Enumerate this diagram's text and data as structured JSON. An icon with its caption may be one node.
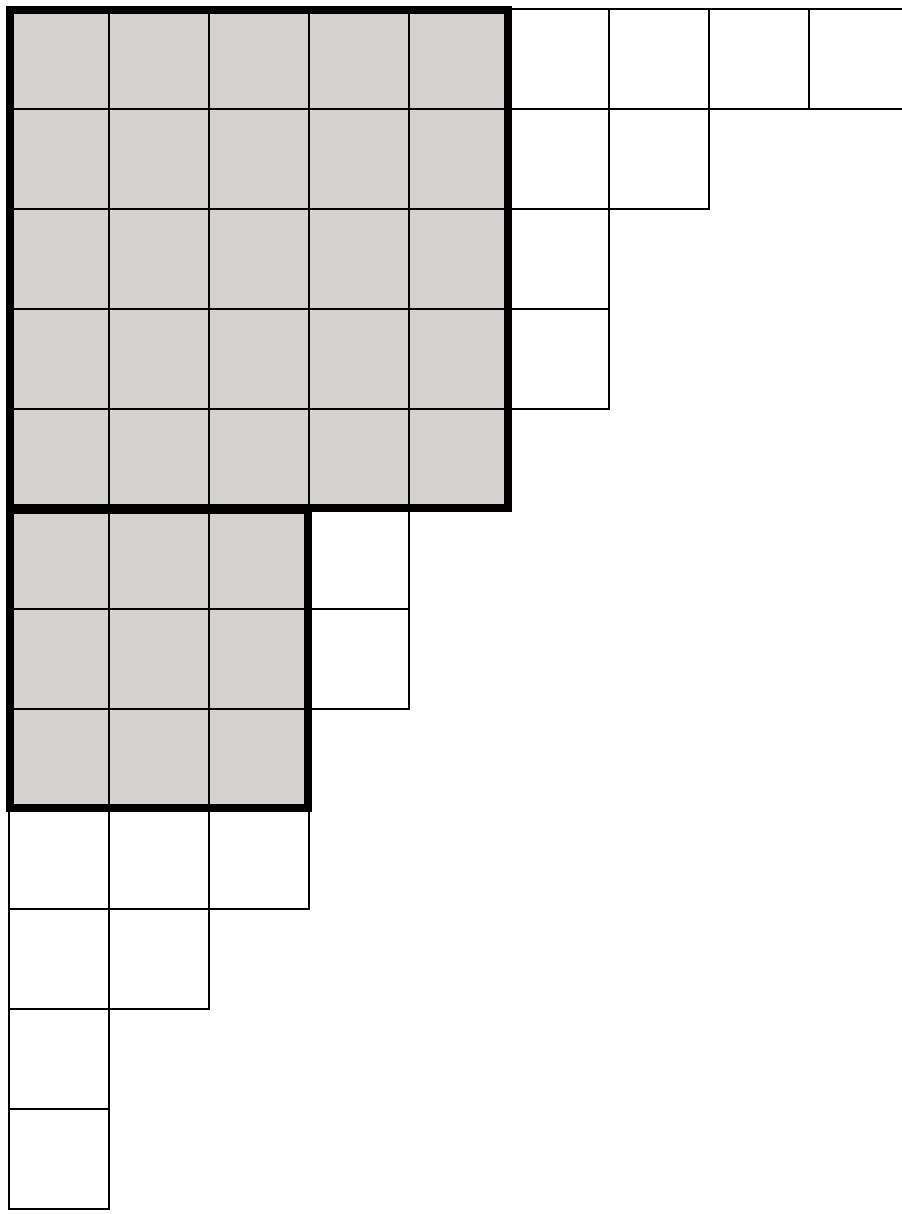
{
  "diagram": {
    "nodes": [
      {
        "text": [],
        "shape": "box"
      },
      {
        "text": [],
        "shape": "box"
      },
      {
        "text": [],
        "shape": "box",
        "in": 0
      },
      {
        "text": [],
        "shape": "box",
        "in": 0
      },
      {
        "text": [],
        "shape": "box",
        "in": 0
      },
      {
        "text": [],
        "shape": "box",
        "in": 0
      },
      {
        "text": [],
        "shape": "box",
        "in": 0
      },
      {
        "text": [],
        "shape": "box"
      },
      {
        "text": [],
        "shape": "box"
      },
      {
        "text": [],
        "shape": "box"
      },
      {
        "text": [],
        "shape": "box"
      },
      {
        "text": [],
        "shape": "box",
        "in": 0
      },
      {
        "text": [],
        "shape": "box",
        "in": 0
      },
      {
        "text": [],
        "shape": "box",
        "in": 0
      },
      {
        "text": [],
        "shape": "box",
        "in": 0
      },
      {
        "text": [],
        "shape": "box",
        "in": 0
      },
      {
        "text": [],
        "shape": "box"
      },
      {
        "text": [],
        "shape": "box"
      },
      {
        "text": [],
        "shape": "box",
        "in": 0
      },
      {
        "text": [],
        "shape": "box",
        "in": 0
      },
      {
        "text": [],
        "shape": "box",
        "in": 0
      },
      {
        "text": [],
        "shape": "box",
        "in": 0
      },
      {
        "text": [],
        "shape": "box",
        "in": 0
      },
      {
        "text": [],
        "shape": "box"
      },
      {
        "text": [],
        "shape": "box",
        "in": 0
      },
      {
        "text": [],
        "shape": "box",
        "in": 0
      },
      {
        "text": [],
        "shape": "box",
        "in": 0
      },
      {
        "text": [],
        "shape": "box",
        "in": 0
      },
      {
        "text": [],
        "shape": "box",
        "in": 0
      },
      {
        "text": [],
        "shape": "box"
      },
      {
        "text": [],
        "shape": "box",
        "in": 0
      },
      {
        "text": [],
        "shape": "box",
        "in": 0
      },
      {
        "text": [],
        "shape": "box",
        "in": 0
      },
      {
        "text": [],
        "shape": "box",
        "in": 0
      },
      {
        "text": [],
        "shape": "box",
        "in": 0
      },
      {
        "text": [],
        "shape": "box",
        "in": 1
      },
      {
        "text": [],
        "shape": "box",
        "in": 1
      },
      {
        "text": [],
        "shape": "box",
        "in": 1
      },
      {
        "text": [],
        "shape": "box"
      },
      {
        "text": [],
        "shape": "box",
        "in": 1
      },
      {
        "text": [],
        "shape": "box",
        "in": 1
      },
      {
        "text": [],
        "shape": "box",
        "in": 1
      },
      {
        "text": [],
        "shape": "box"
      },
      {
        "text": [],
        "shape": "box",
        "in": 1
      },
      {
        "text": [],
        "shape": "box",
        "in": 1
      },
      {
        "text": [],
        "shape": "box",
        "in": 1
      },
      {
        "text": [],
        "shape": "box"
      },
      {
        "text": [],
        "shape": "box"
      },
      {
        "text": [],
        "shape": "box"
      },
      {
        "text": [],
        "shape": "box"
      },
      {
        "text": [],
        "shape": "box"
      },
      {
        "text": [],
        "shape": "box"
      },
      {
        "text": [],
        "shape": "box"
      }
    ]
  }
}
